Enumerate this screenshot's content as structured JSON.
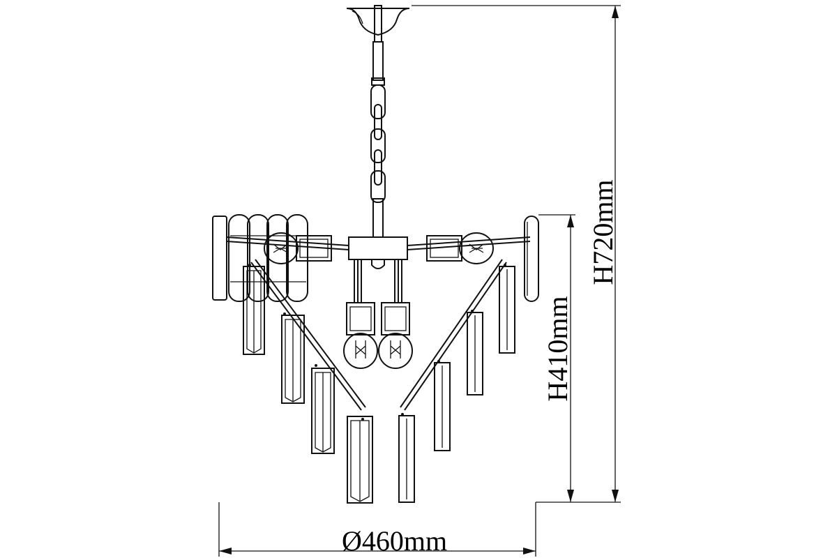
{
  "dimensions": {
    "width_label": "Ø460mm",
    "total_height_label": "H720mm",
    "body_height_label": "H410mm"
  }
}
